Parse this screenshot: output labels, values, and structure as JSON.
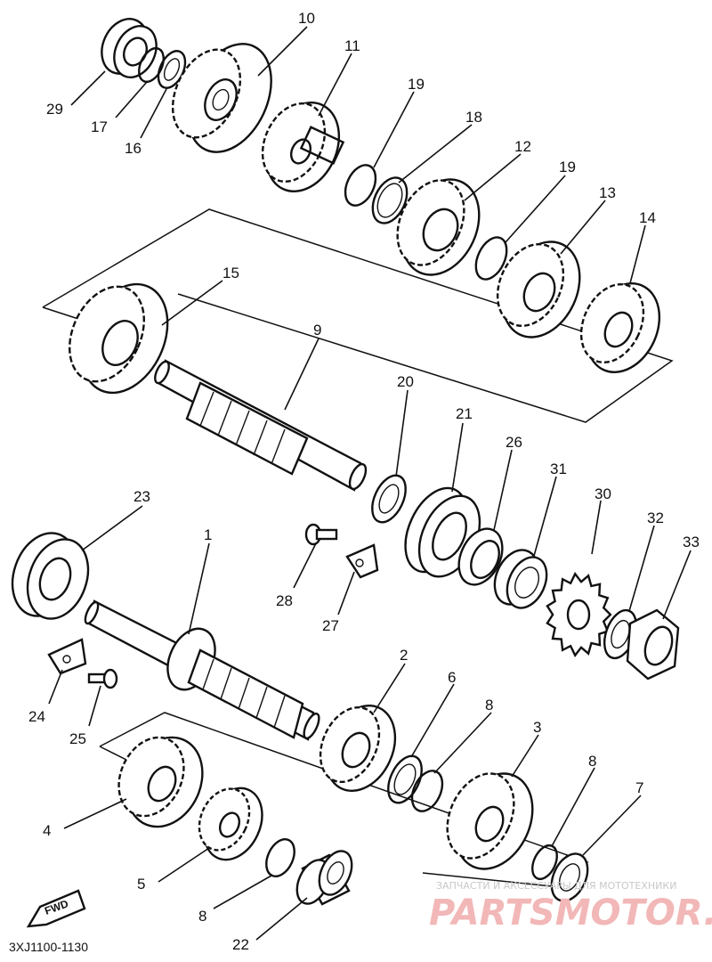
{
  "diagram_code": "3XJ1100-1130",
  "fwd_label": "FWD",
  "watermark": {
    "line1": "ЗАПЧАСТИ И АКСЕССУАРЫ ДЛЯ МОТОТЕХНИКИ",
    "line2": "PARTSMOTOR.RU"
  },
  "parts": {
    "p1": "1",
    "p2": "2",
    "p3": "3",
    "p4": "4",
    "p5": "5",
    "p6": "6",
    "p7": "7",
    "p8a": "8",
    "p8b": "8",
    "p8c": "8",
    "p9": "9",
    "p10": "10",
    "p11": "11",
    "p12": "12",
    "p13": "13",
    "p14": "14",
    "p15": "15",
    "p16": "16",
    "p17": "17",
    "p18": "18",
    "p19a": "19",
    "p19b": "19",
    "p20": "20",
    "p21": "21",
    "p22": "22",
    "p23": "23",
    "p24": "24",
    "p25": "25",
    "p26": "26",
    "p27": "27",
    "p28": "28",
    "p29": "29",
    "p30": "30",
    "p31": "31",
    "p32": "32",
    "p33": "33"
  }
}
